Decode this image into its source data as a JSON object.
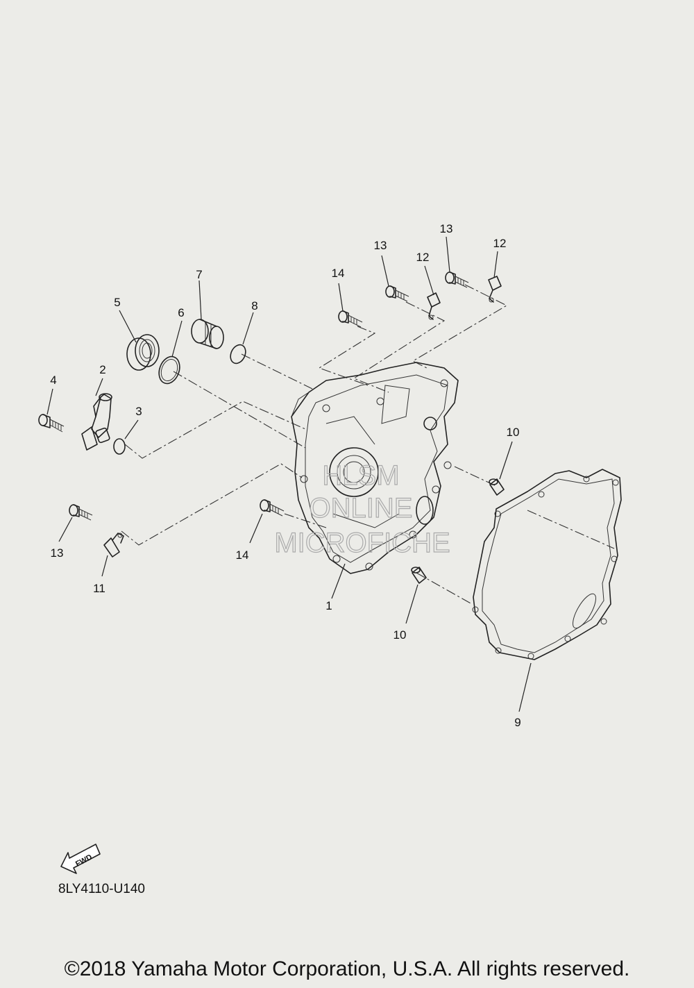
{
  "diagram": {
    "callouts": [
      "1",
      "2",
      "3",
      "4",
      "5",
      "6",
      "7",
      "8",
      "9",
      "10",
      "10",
      "11",
      "12",
      "12",
      "13",
      "13",
      "13",
      "14",
      "14"
    ],
    "watermark": [
      "HLSM",
      "ONLINE",
      "MICROFICHE"
    ],
    "fwd_label": "FWD",
    "diagram_code": "8LY4110-U140",
    "copyright": "©2018 Yamaha Motor Corporation, U.S.A. All rights reserved."
  }
}
